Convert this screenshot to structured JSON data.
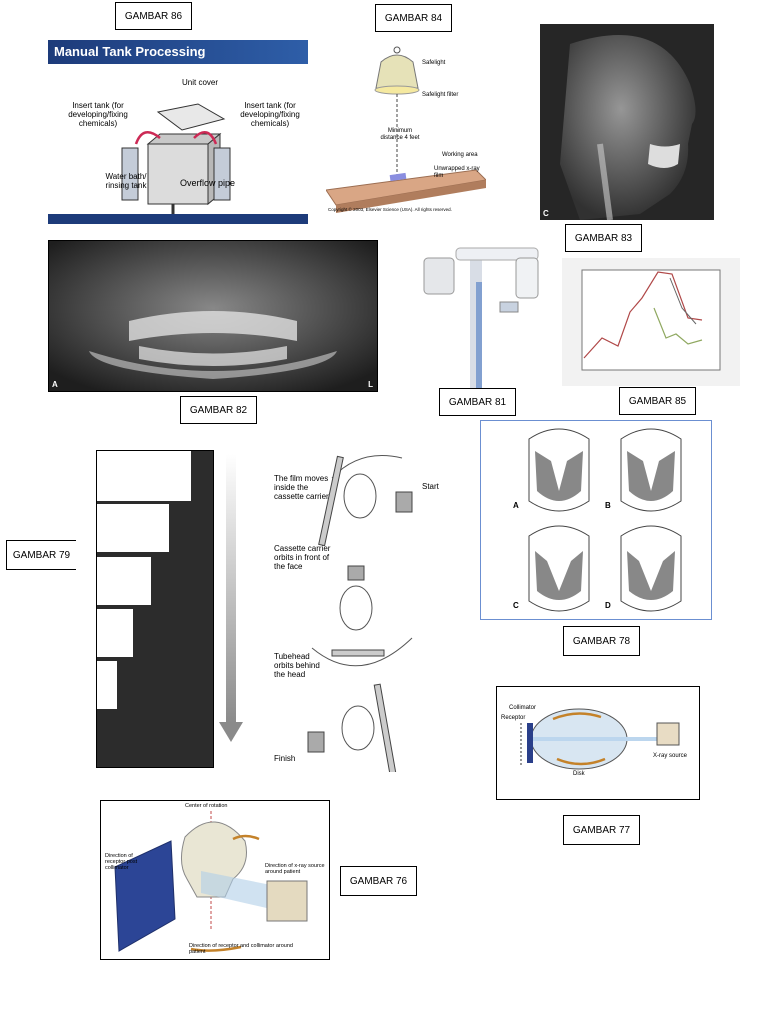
{
  "labels": {
    "g86": "GAMBAR 86",
    "g84": "GAMBAR 84",
    "g83": "GAMBAR 83",
    "g82": "GAMBAR 82",
    "g81": "GAMBAR 81",
    "g85": "GAMBAR 85",
    "g79": "GAMBAR 79",
    "g78": "GAMBAR 78",
    "g77": "GAMBAR 77",
    "g76": "GAMBAR 76"
  },
  "fig86": {
    "title": "Manual Tank Processing",
    "unit_cover": "Unit cover",
    "insert_left": "Insert tank (for developing/fixing chemicals)",
    "insert_right": "Insert tank (for developing/fixing chemicals)",
    "water_bath": "Water bath/ rinsing tank",
    "overflow": "Overflow pipe"
  },
  "fig84": {
    "safelight": "Safelight",
    "safelight_filter": "Safelight filter",
    "min_distance": "Minimum distance 4 feet",
    "working_area": "Working area",
    "unwrapped": "Unwrapped x-ray film",
    "copyright": "Copyright © 2003, Elsevier Science (USA). All rights reserved."
  },
  "fig82": {
    "letter_a": "A",
    "letter_l": "L"
  },
  "fig83": {
    "letter_c": "C"
  },
  "fig79": {
    "film_moves": "The film moves inside the cassette carrier",
    "start": "Start",
    "cassette_orbits": "Cassette carrier orbits in front of the face",
    "tubehead_orbits": "Tubehead orbits behind the head",
    "finish": "Finish"
  },
  "fig78": {
    "a": "A",
    "b": "B",
    "c": "C",
    "d": "D"
  },
  "fig77": {
    "collimator": "Collimator",
    "receptor": "Receptor",
    "disk": "Disk",
    "xray_source": "X-ray source"
  },
  "fig76": {
    "center": "Center of rotation",
    "dir_receptor": "Direction of receptor post collimator",
    "dir_xray": "Direction of x-ray source around patient",
    "dir_bottom": "Direction of receptor and collimator around patient"
  }
}
